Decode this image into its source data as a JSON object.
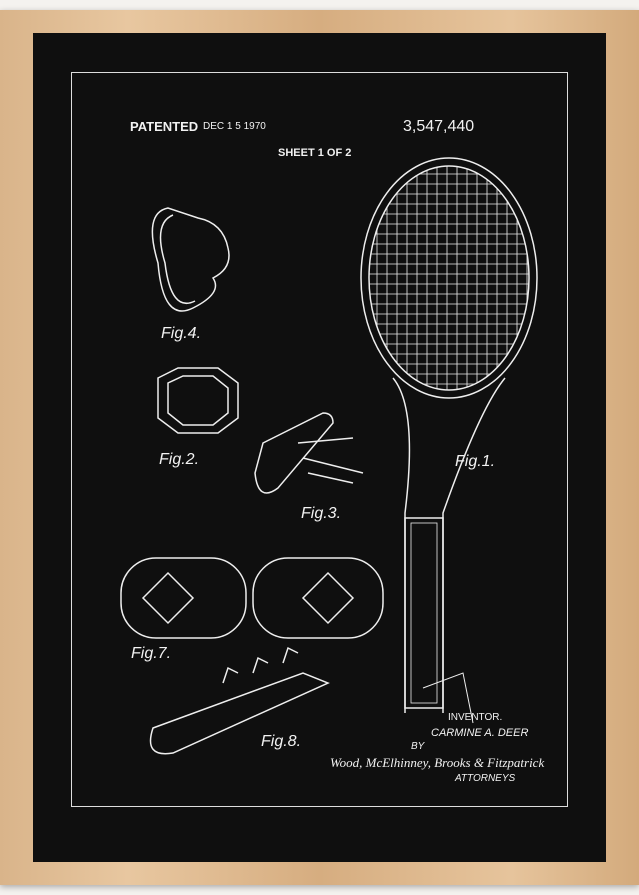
{
  "header": {
    "patented": "PATENTED",
    "date": "DEC 1 5 1970",
    "patent_number": "3,547,440",
    "sheet": "SHEET 1 OF 2"
  },
  "figures": {
    "fig1": "Fig.1.",
    "fig2": "Fig.2.",
    "fig3": "Fig.3.",
    "fig4": "Fig.4.",
    "fig7": "Fig.7.",
    "fig8": "Fig.8."
  },
  "footer": {
    "inventor_label": "INVENTOR.",
    "inventor_name": "CARMINE A. DEER",
    "by": "BY",
    "signature": "Wood, McElhinney, Brooks & Fitzpatrick",
    "attorneys": "ATTORNEYS"
  },
  "colors": {
    "frame": "#e0bc92",
    "poster": "#0f0f0f",
    "ink": "#f2f2f2"
  }
}
